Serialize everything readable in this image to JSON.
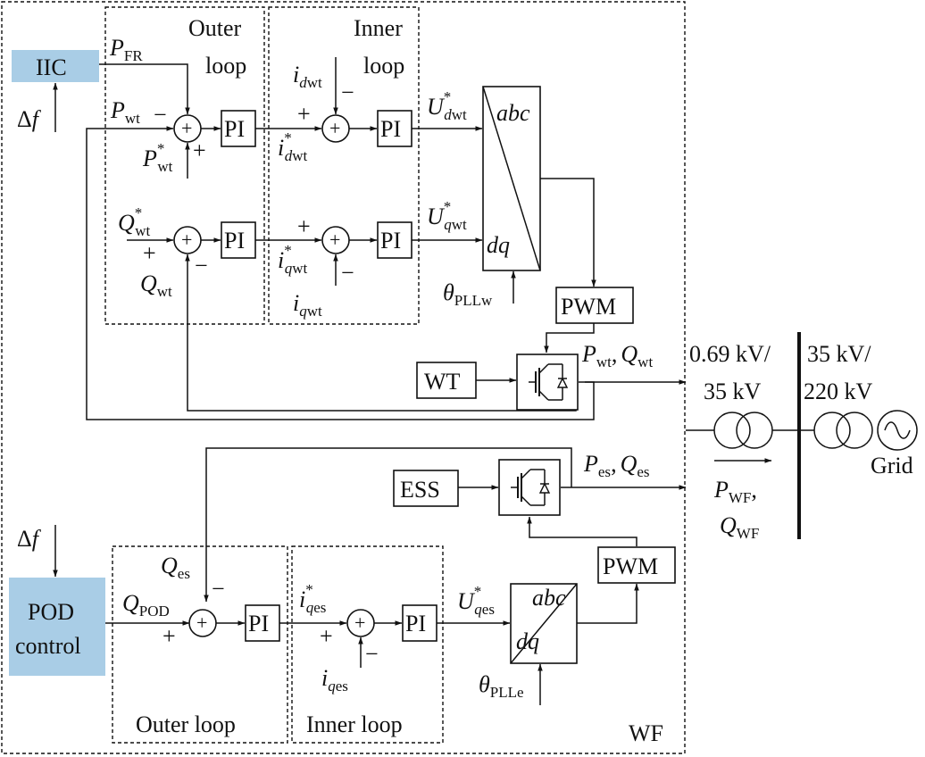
{
  "blocks": {
    "iic": "IIC",
    "pod_line1": "POD",
    "pod_line2": "control",
    "pi": "PI",
    "pwm": "PWM",
    "wt": "WT",
    "ess": "ESS",
    "abc": "abc",
    "dq": "dq",
    "wf": "WF",
    "grid": "Grid"
  },
  "loops": {
    "outer_top_1": "Outer",
    "outer_top_2": "loop",
    "inner_top_1": "Inner",
    "inner_top_2": "loop",
    "outer_bottom": "Outer loop",
    "inner_bottom": "Inner loop"
  },
  "transformers": {
    "t1_line1": "0.69 kV/",
    "t1_line2": "35 kV",
    "t2_line1": "35 kV/",
    "t2_line2": "220 kV"
  },
  "signals": {
    "delta": "Δ",
    "f": "f",
    "P": "P",
    "Q": "Q",
    "i": "i",
    "U": "U",
    "theta": "θ",
    "star": "*",
    "plus": "+",
    "minus": "−",
    "comma": ",",
    "FR": "FR",
    "wt": "wt",
    "d": "d",
    "q": "q",
    "PLLw": "PLLw",
    "PLLe": "PLLe",
    "es": "es",
    "POD": "POD",
    "WF": "WF"
  }
}
